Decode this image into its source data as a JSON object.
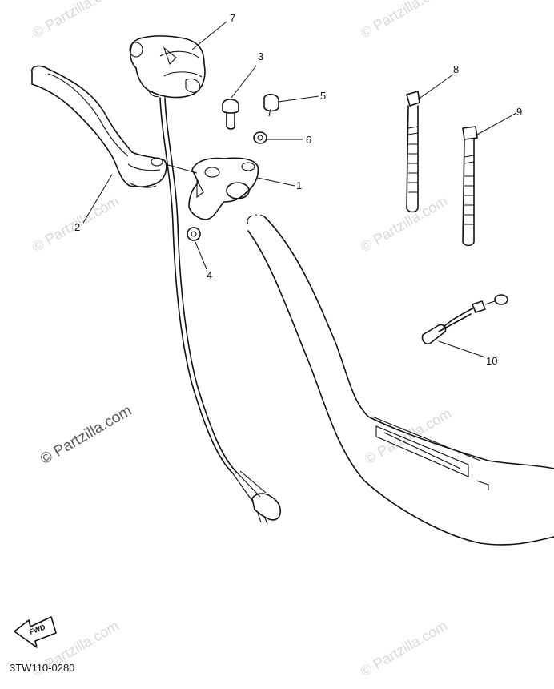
{
  "diagram": {
    "callouts": [
      {
        "id": "c7",
        "label": "7"
      },
      {
        "id": "c3",
        "label": "3"
      },
      {
        "id": "c5",
        "label": "5"
      },
      {
        "id": "c6",
        "label": "6"
      },
      {
        "id": "c1",
        "label": "1"
      },
      {
        "id": "c2",
        "label": "2"
      },
      {
        "id": "c4",
        "label": "4"
      },
      {
        "id": "c8",
        "label": "8"
      },
      {
        "id": "c9",
        "label": "9"
      },
      {
        "id": "c10",
        "label": "10"
      }
    ],
    "fwd_label": "FWD",
    "diagram_code": "3TW110-0280",
    "watermark": "© Partzilla.com"
  }
}
